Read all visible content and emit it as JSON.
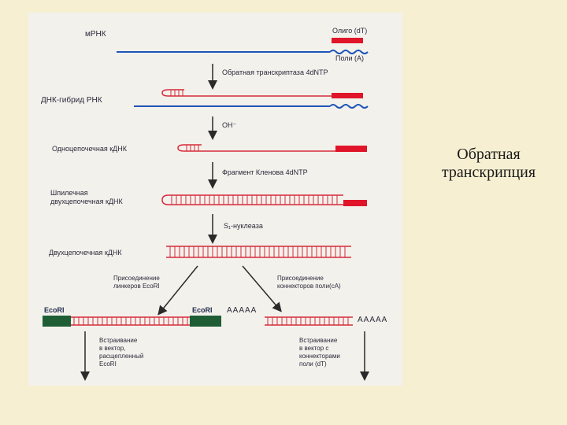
{
  "slide": {
    "title_line1": "Обратная",
    "title_line2": "транскрипция"
  },
  "figure": {
    "labels": {
      "mrna": "мРНК",
      "oligo_dt": "Олиго (dT)",
      "poly_a": "Поли (А)",
      "reverse_transcriptase": "Обратная транскриптаза 4dNTP",
      "dna_rna_hybrid": "ДНК-гибрид РНК",
      "oh": "ОН⁻",
      "single_strand_cdna": "Одноцепочечная кДНК",
      "klenow": "Фрагмент Кленова 4dNTP",
      "hairpin_line1": "Шпилечная",
      "hairpin_line2": "двухцепочечная кДНК",
      "s1_nuclease": "S₁-нуклеаза",
      "double_strand_cdna": "Двухцепочечная кДНК",
      "linkers_line1": "Присоединение",
      "linkers_line2": "линкеров EcoRI",
      "polyca_line1": "Присоединение",
      "polyca_line2": "коннекторов поли(cA)",
      "ecori_left": "EcoRI",
      "ecori_right": "EcoRI",
      "aaaaa_left": "AAAAA",
      "aaaaa_right": "AAAAA",
      "vector_left_1": "Встраивание",
      "vector_left_2": "в вектор,",
      "vector_left_3": "расщепленный",
      "vector_left_4": "EcoRI",
      "vector_right_1": "Встраивание",
      "vector_right_2": "в вектор с",
      "vector_right_3": "коннекторами",
      "vector_right_4": "поли (dT)"
    },
    "colors": {
      "rna_strand": "#1f55b8",
      "dna_strand": "#d62a3a",
      "primer": "#e0152a",
      "ecori_linker": "#1f5e35",
      "arrow": "#2a2a2a"
    }
  }
}
